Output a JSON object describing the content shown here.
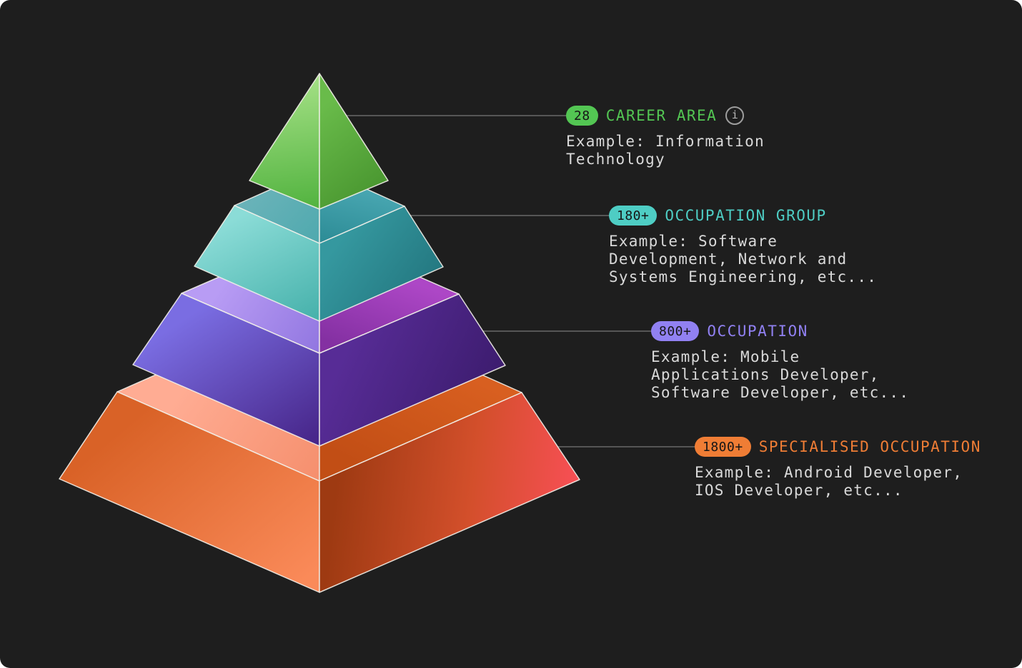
{
  "page": {
    "background": "#1e1e1e",
    "connector_color": "#565656",
    "text_color": "#d9d9d9"
  },
  "icons": {
    "info": "i"
  },
  "levels": [
    {
      "id": "career-area",
      "badge": "28",
      "title": "CAREER AREA",
      "example": "Example: Information\nTechnology",
      "accent": "#53c653",
      "has_info_icon": true
    },
    {
      "id": "occupation-group",
      "badge": "180+",
      "title": "OCCUPATION GROUP",
      "example": "Example: Software\nDevelopment, Network and\nSystems Engineering, etc...",
      "accent": "#4ecdc4",
      "has_info_icon": false
    },
    {
      "id": "occupation",
      "badge": "800+",
      "title": "OCCUPATION",
      "example": "Example: Mobile\nApplications Developer,\nSoftware Developer, etc...",
      "accent": "#9181f2",
      "has_info_icon": false
    },
    {
      "id": "specialised-occupation",
      "badge": "1800+",
      "title": "SPECIALISED OCCUPATION",
      "example": "Example: Android Developer,\nIOS Developer, etc...",
      "accent": "#ef7d35",
      "has_info_icon": false
    }
  ]
}
